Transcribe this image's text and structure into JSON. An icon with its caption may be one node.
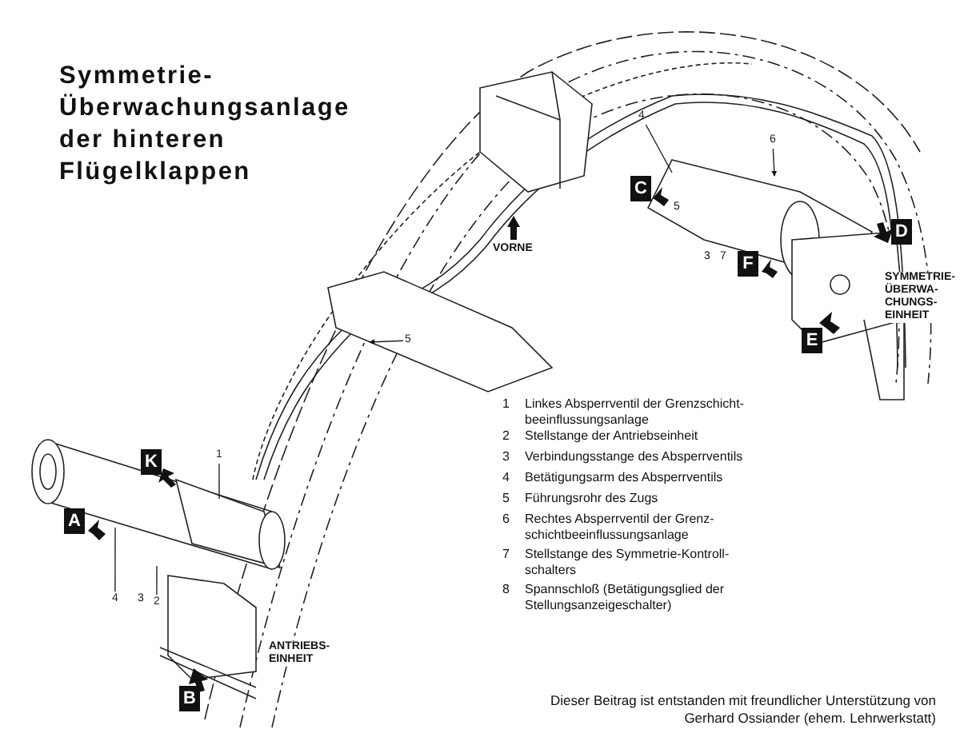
{
  "diagram": {
    "title": "Symmetrie- Überwachungsanlage der hinteren Flügelklappen",
    "caption": "Dieser Beitrag ist entstanden mit freundlicher Unterstützung von Gerhard Ossiander (ehem. Lehrwerkstatt)",
    "nodes": [
      {
        "text": [
          "A"
        ]
      },
      {
        "text": [
          "K"
        ]
      },
      {
        "text": [
          "B"
        ]
      },
      {
        "text": [
          "C"
        ]
      },
      {
        "text": [
          "D"
        ]
      },
      {
        "text": [
          "F"
        ]
      },
      {
        "text": [
          "E"
        ]
      },
      {
        "text": [
          "1"
        ]
      },
      {
        "text": [
          "4"
        ]
      },
      {
        "text": [
          "2"
        ]
      },
      {
        "text": [
          "5"
        ]
      },
      {
        "text": [
          "4"
        ]
      },
      {
        "text": [
          "6"
        ]
      }
    ],
    "edges": [
      {
        "from": 7,
        "to": null,
        "arrow": "none"
      },
      {
        "from": 8,
        "to": null,
        "arrow": "none"
      },
      {
        "from": 9,
        "to": null,
        "arrow": "none"
      },
      {
        "from": 10,
        "to": null,
        "arrow": "to"
      },
      {
        "from": 11,
        "to": null,
        "arrow": "none"
      },
      {
        "from": 12,
        "to": null,
        "arrow": "to"
      }
    ],
    "labels": [
      "VORNE",
      "5",
      "3",
      "7",
      "SYMMETRIE- ÜBERWA- CHUNGS- EINHEIT",
      "3",
      "ANTRIEBS- EINHEIT",
      "1",
      "Linkes Absperrventil der Grenzschicht- beeinflussungsanlage",
      "2",
      "Stellstange der Antriebseinheit",
      "3",
      "Verbindungsstange des Absperrventils",
      "4",
      "Betätigungsarm des Absperrventils",
      "5",
      "Führungsrohr des Zugs",
      "6",
      "Rechtes Absperrventil der Grenz- schichtbeeinflussungsanlage",
      "7",
      "Stellstange des Symmetrie-Kontroll- schalters",
      "8",
      "Spannschloß (Betätigungsglied der Stellungsanzeigeschalter)"
    ]
  }
}
